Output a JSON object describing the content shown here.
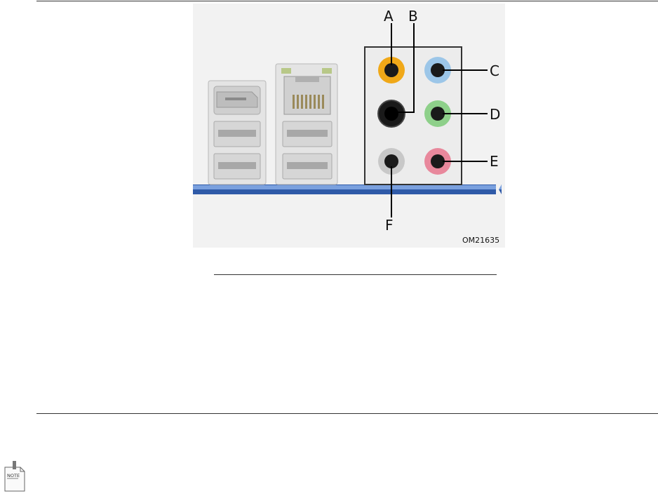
{
  "figure": {
    "callouts": {
      "a": "A",
      "b": "B",
      "c": "C",
      "d": "D",
      "e": "E",
      "f": "F"
    },
    "code": "OM21635"
  },
  "note": {
    "icon_text": "NOTE"
  },
  "colors": {
    "orange_jack": "#f0a818",
    "blue_jack": "#9cc6e8",
    "green_jack": "#8ed08a",
    "pink_jack": "#e8889c",
    "black_jack": "#1a1a1a",
    "gray_jack": "#c8c8c8",
    "board_blue": "#4a78c8"
  }
}
